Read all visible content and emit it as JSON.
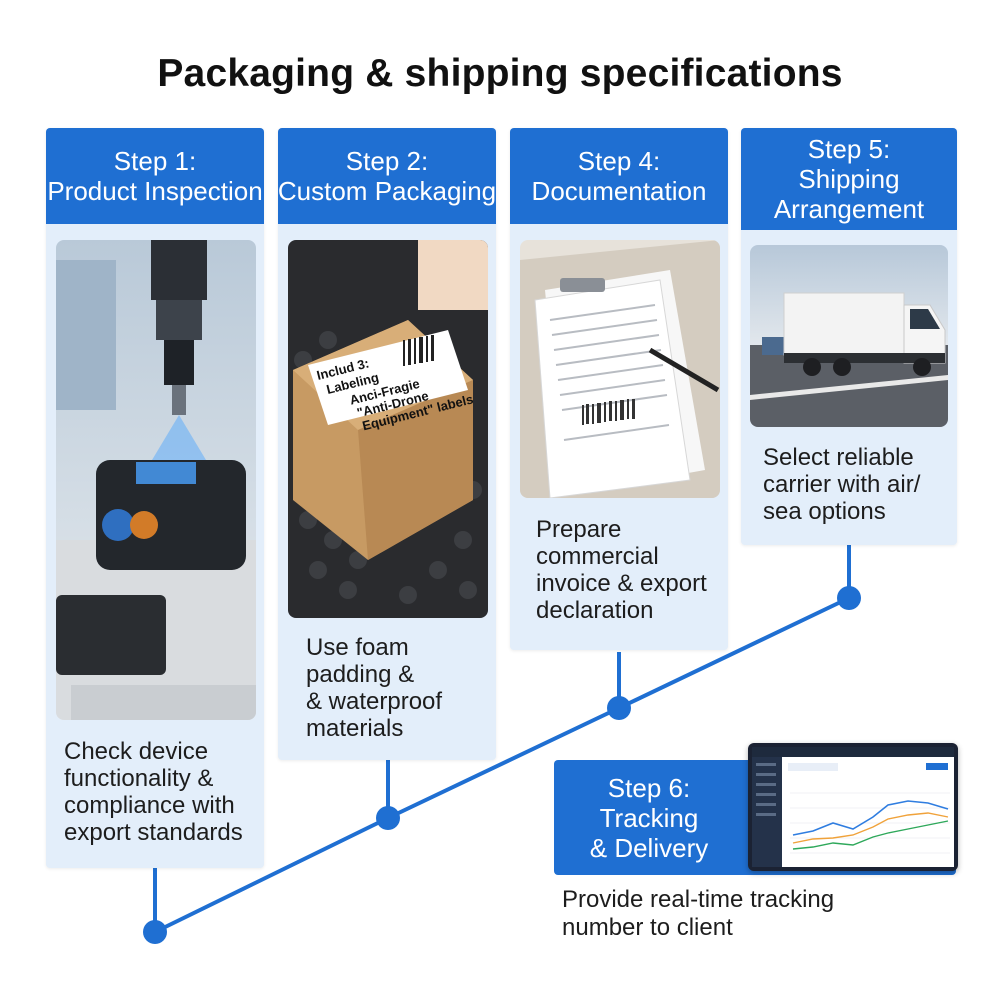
{
  "title": "Packaging & shipping specifications",
  "accent_color": "#1f6fd2",
  "steps": [
    {
      "header_line1": "Step 1:",
      "header_line2": "Product Inspection",
      "image_icon": "inspection-camera-photo",
      "desc_lines": [
        "Check device",
        "functionality &",
        "compliance with",
        "export standards"
      ]
    },
    {
      "header_line1": "Step 2:",
      "header_line2": "Custom Packaging",
      "image_icon": "box-labeling-photo",
      "label_lines": [
        "Includ 3:",
        "Labeling",
        "Anci-Fragie",
        "\"Anti-Drone",
        "Equipment\" labels"
      ],
      "desc_lines": [
        "Use foam",
        "padding &",
        "& waterproof",
        "materials"
      ]
    },
    {
      "header_line1": "Step 4:",
      "header_line2": "Documentation",
      "image_icon": "documents-photo",
      "desc_lines": [
        "Prepare",
        "commercial",
        "invoice & export",
        "declaration"
      ]
    },
    {
      "header_line1": "Step 5:",
      "header_line2": "Shipping",
      "header_line3": "Arrangement",
      "image_icon": "truck-photo",
      "desc_lines": [
        "Select reliable",
        "carrier with air/",
        "sea options"
      ]
    },
    {
      "header_line1": "Step 6:",
      "header_line2": "Tracking",
      "header_line3": "& Delivery",
      "image_icon": "tracking-dashboard-screen",
      "desc_lines": [
        "Provide real-time tracking",
        "number to client"
      ]
    }
  ]
}
